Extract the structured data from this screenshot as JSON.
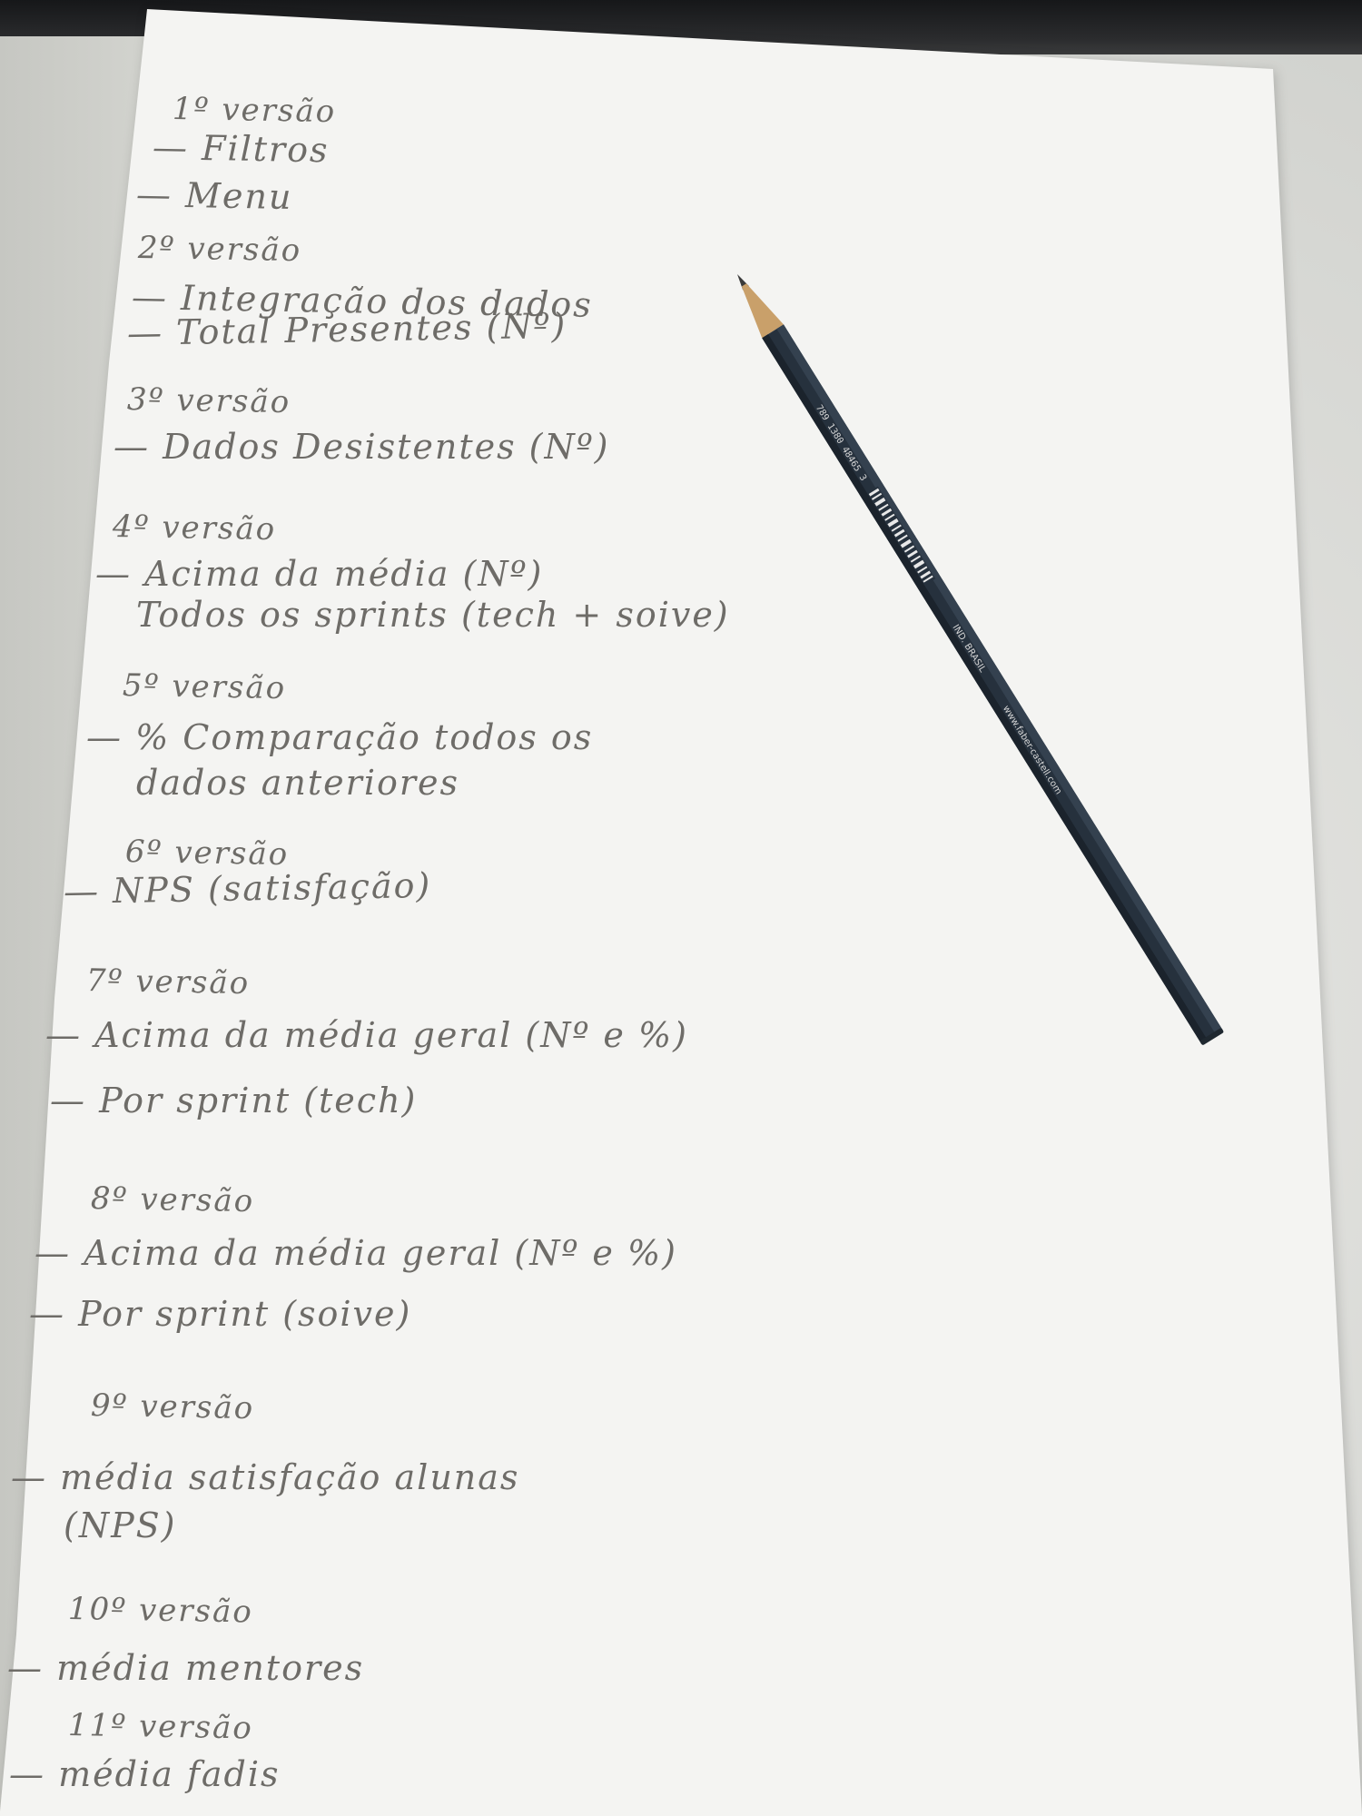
{
  "notes": [
    {
      "heading": "1º versão",
      "items": [
        "— Filtros",
        "— Menu"
      ]
    },
    {
      "heading": "2º versão",
      "items": [
        "— Integração dos dados",
        "— Total Presentes (Nº)"
      ]
    },
    {
      "heading": "3º versão",
      "items": [
        "— Dados Desistentes (Nº)"
      ]
    },
    {
      "heading": "4º versão",
      "items": [
        "— Acima da média (Nº)",
        "Todos os sprints (tech + soive)"
      ]
    },
    {
      "heading": "5º versão",
      "items": [
        "— % Comparação todos os",
        "dados anteriores"
      ]
    },
    {
      "heading": "6º versão",
      "items": [
        "— NPS (satisfação)"
      ]
    },
    {
      "heading": "7º versão",
      "items": [
        "— Acima da média geral (Nº e %)",
        "— Por sprint (tech)"
      ]
    },
    {
      "heading": "8º versão",
      "items": [
        "— Acima da média geral (Nº e %)",
        "— Por sprint (soive)"
      ]
    },
    {
      "heading": "9º versão",
      "items": [
        "— média satisfação alunas",
        "(NPS)"
      ]
    },
    {
      "heading": "10º versão",
      "items": [
        "— média mentores"
      ]
    },
    {
      "heading": "11º versão",
      "items": [
        "— média fadis"
      ]
    }
  ],
  "pencil": {
    "imprint": "789 1380 48465 3",
    "country": "IND. BRASIL",
    "website": "www.faber-castell.com",
    "color": "#26313d"
  },
  "colors": {
    "ink": "#6e6c68",
    "paper": "#f4f4f2",
    "desk": "#d4d5d0"
  }
}
